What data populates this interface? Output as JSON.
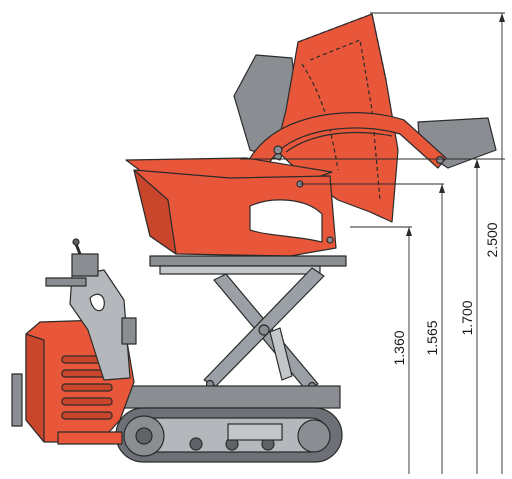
{
  "dimensions": [
    {
      "value": "1.360"
    },
    {
      "value": "1.565"
    },
    {
      "value": "1.700"
    },
    {
      "value": "2.500"
    }
  ],
  "colors": {
    "body": "#e8573a",
    "body_shade": "#c9452b",
    "outline": "#2b2b2b",
    "steel": "#8a8e93",
    "track": "#5f6368",
    "ghost": "#b9b9b9"
  }
}
